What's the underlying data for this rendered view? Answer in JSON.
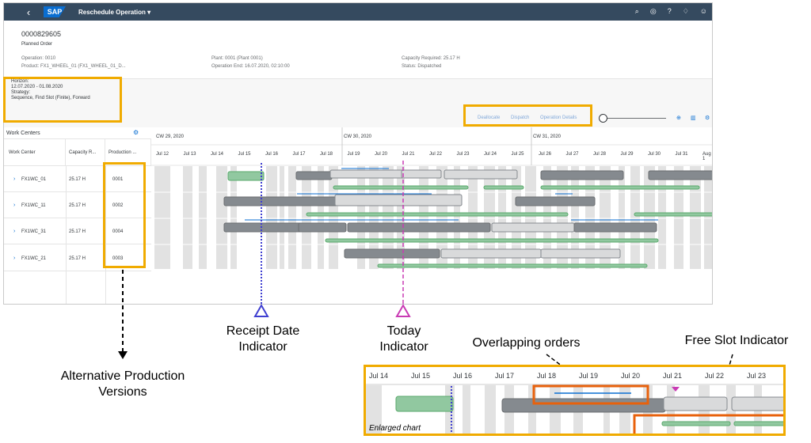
{
  "shell": {
    "title": "Reschedule Operation ▾",
    "sap": "SAP"
  },
  "object": {
    "number": "0000829605",
    "type": "Planned Order"
  },
  "attrs": {
    "operation": "Operation: 0010",
    "product": "Product: FX1_WHEEL_01 (FX1_WHEEL_01_D...",
    "plant": "Plant: 0001 (Plant 0001)",
    "op_end": "Operation End: 16.07.2020, 02:10:00",
    "capacity": "Capacity Required: 25.17 H",
    "status": "Status: Dispatched"
  },
  "horizon": {
    "label": "Horizon:",
    "range": "12.07.2020 - 01.08.2020",
    "strategy_label": "Strategy:",
    "strategy": "Sequence, Find Slot (Finite), Forward"
  },
  "toolbar": {
    "deallocate": "Deallocate",
    "dispatch": "Dispatch",
    "details": "Operation Details"
  },
  "table": {
    "title": "Work Centers",
    "col_wc": "Work Center",
    "col_cap": "Capacity R...",
    "col_prod": "Production ...",
    "rows": [
      {
        "wc": "FX1WC_01",
        "cap": "25.17 H",
        "prod": "0001"
      },
      {
        "wc": "FX1WC_11",
        "cap": "25.17 H",
        "prod": "0002"
      },
      {
        "wc": "FX1WC_31",
        "cap": "25.17 H",
        "prod": "0004"
      },
      {
        "wc": "FX1WC_21",
        "cap": "25.17 H",
        "prod": "0003"
      }
    ]
  },
  "gantt": {
    "weeks": [
      "CW 29, 2020",
      "CW 30, 2020",
      "CW 31, 2020"
    ],
    "days": [
      "Jul 12",
      "Jul 13",
      "Jul 14",
      "Jul 15",
      "Jul 16",
      "Jul 17",
      "Jul 18",
      "Jul 19",
      "Jul 20",
      "Jul 21",
      "Jul 22",
      "Jul 23",
      "Jul 24",
      "Jul 25",
      "Jul 26",
      "Jul 27",
      "Jul 28",
      "Jul 29",
      "Jul 30",
      "Jul 31",
      "Aug 1"
    ]
  },
  "callouts": {
    "alt": "Alternative Production Versions",
    "receipt": "Receipt Date Indicator",
    "today": "Today Indicator",
    "overlap": "Overlapping orders",
    "freeslot": "Free Slot Indicator"
  },
  "enlarged": {
    "caption": "Enlarged chart",
    "days": [
      "Jul 14",
      "Jul 15",
      "Jul 16",
      "Jul 17",
      "Jul 18",
      "Jul 19",
      "Jul 20",
      "Jul 21",
      "Jul 22",
      "Jul 23"
    ]
  },
  "colors": {
    "shell": "#354a5f",
    "highlight": "#f0ab00",
    "callout_box": "#e8610c",
    "receipt": "#3f3fd1",
    "today": "#c93bb4",
    "bar_dark": "#858a8f",
    "bar_light": "#d9dadb",
    "bar_green": "#91c8a0"
  }
}
